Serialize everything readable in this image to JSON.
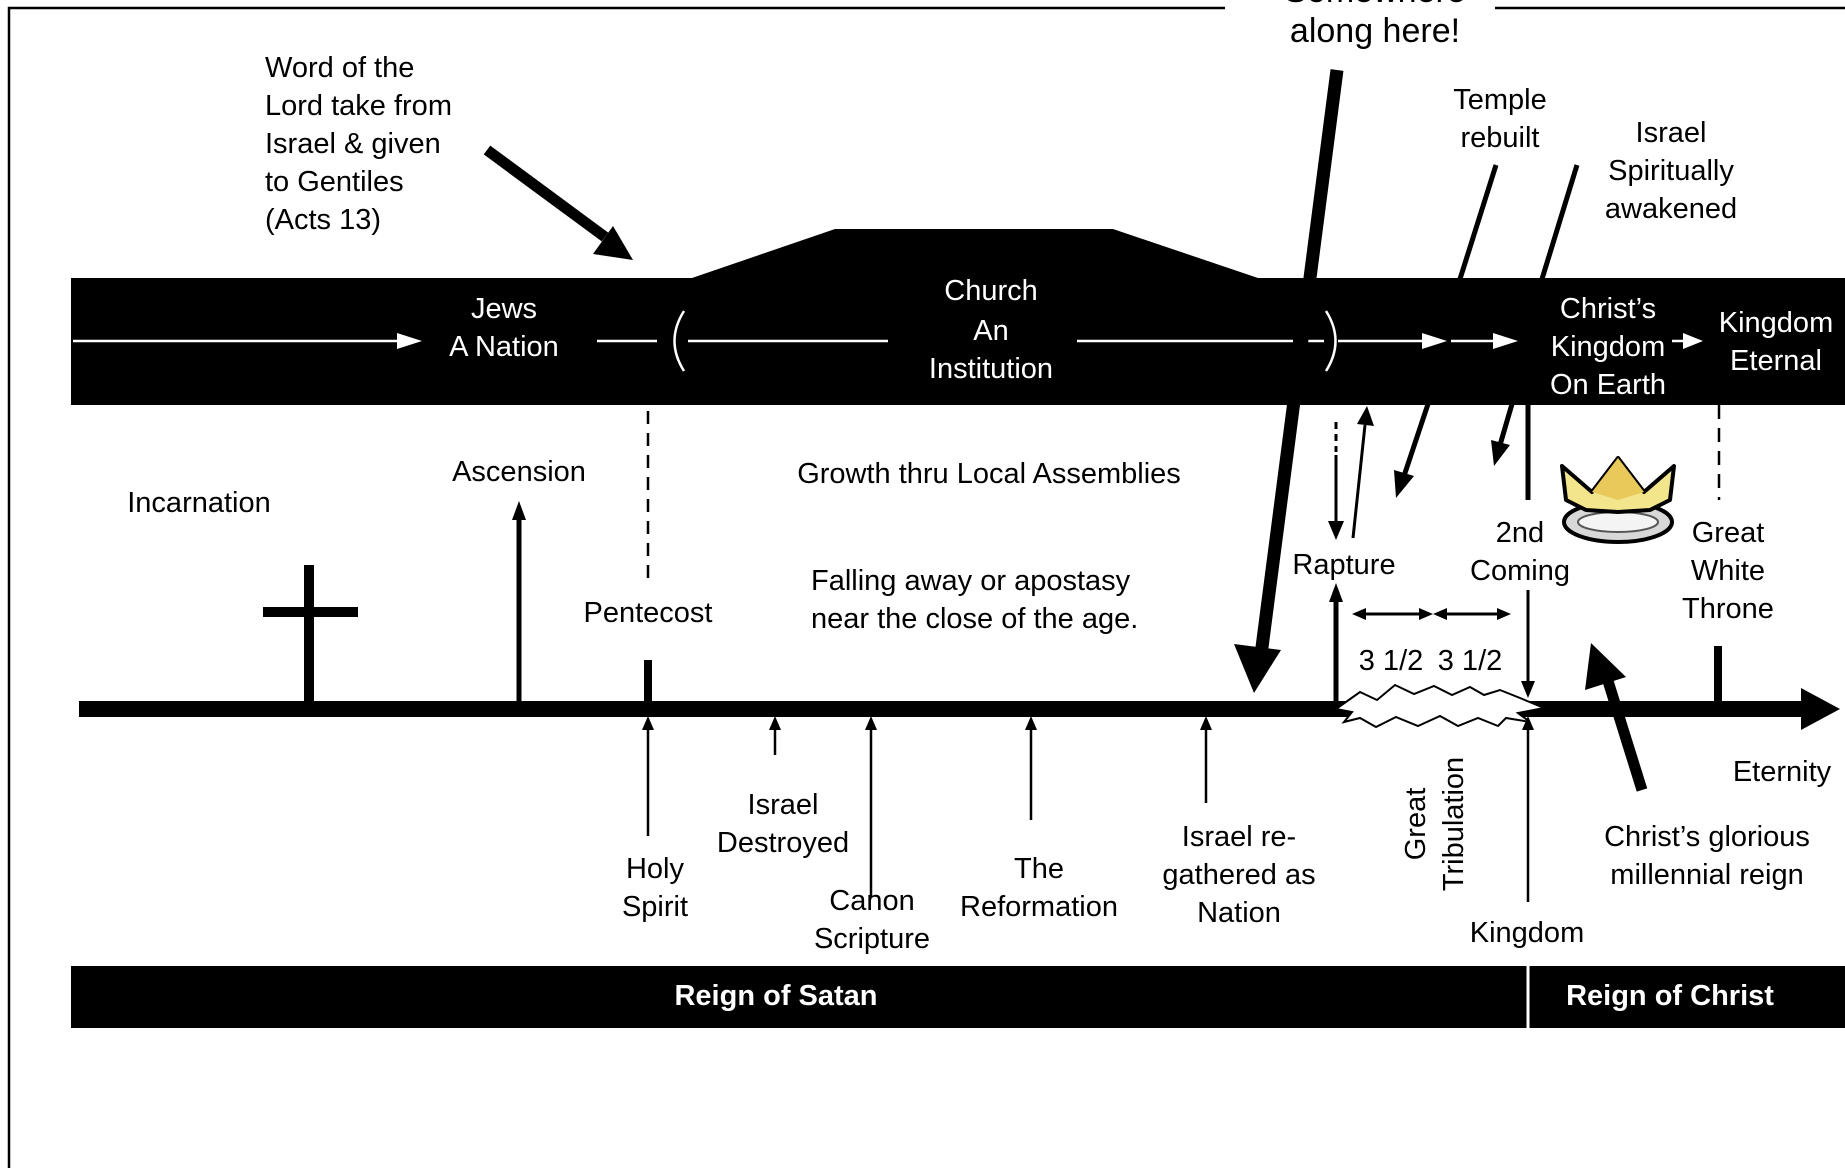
{
  "callout": {
    "line1": "Somewhere",
    "line2": "along here!"
  },
  "annotation_acts": [
    "Word of the",
    "Lord take from",
    "Israel & given",
    "to Gentiles",
    "(Acts 13)"
  ],
  "band": {
    "jews": [
      "Jews",
      "A Nation"
    ],
    "church": [
      "Church",
      "An",
      "Institution"
    ],
    "christs_kingdom": [
      "Christ’s",
      "Kingdom",
      "On Earth"
    ],
    "kingdom_eternal": [
      "Kingdom",
      "Eternal"
    ]
  },
  "upper": {
    "temple": [
      "Temple",
      "rebuilt"
    ],
    "israel_awakened": [
      "Israel",
      "Spiritually",
      "awakened"
    ]
  },
  "above_timeline": {
    "incarnation": "Incarnation",
    "ascension": "Ascension",
    "growth": "Growth thru Local Assemblies",
    "pentecost": "Pentecost",
    "falling_away": [
      "Falling away or apostasy",
      "near the close of the age."
    ],
    "rapture": "Rapture",
    "second_coming": [
      "2nd",
      "Coming"
    ],
    "great_white_throne": [
      "Great",
      "White",
      "Throne"
    ],
    "half_week_1": "3 1/2",
    "half_week_2": "3 1/2"
  },
  "below_timeline": {
    "eternity": "Eternity",
    "israel_destroyed": [
      "Israel",
      "Destroyed"
    ],
    "holy_spirit": [
      "Holy",
      "Spirit"
    ],
    "canon": [
      "Canon",
      "Scripture"
    ],
    "reformation": [
      "The",
      "Reformation"
    ],
    "israel_regathered": [
      "Israel re-",
      "gathered as",
      "Nation"
    ],
    "great_tribulation": [
      "Great",
      "Tribulation"
    ],
    "glorious_reign": [
      "Christ’s glorious",
      "millennial reign"
    ],
    "kingdom": "Kingdom"
  },
  "reign_bar": {
    "satan": "Reign of Satan",
    "christ": "Reign of Christ"
  },
  "icons": [
    "cross-icon",
    "crown-icon"
  ]
}
